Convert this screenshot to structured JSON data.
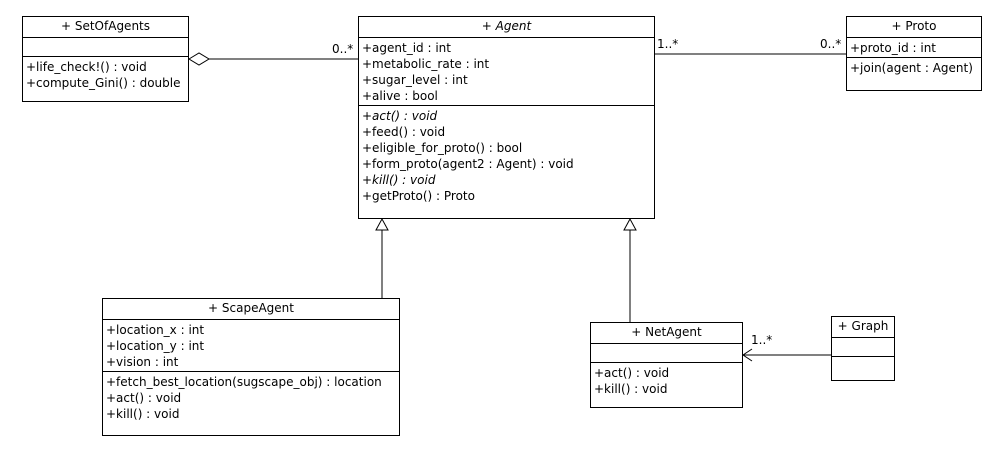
{
  "classes": {
    "set_of_agents": {
      "name": "+ SetOfAgents",
      "attributes": [],
      "operations": [
        "+life_check!() : void",
        "+compute_Gini() : double"
      ]
    },
    "agent": {
      "name": "+ Agent",
      "attributes": [
        "+agent_id : int",
        "+metabolic_rate : int",
        "+sugar_level : int",
        "+alive : bool"
      ],
      "operations": [
        "+act() : void",
        "+feed() : void",
        "+eligible_for_proto() : bool",
        "+form_proto(agent2 : Agent) : void",
        "+kill() : void",
        "+getProto() : Proto"
      ]
    },
    "proto": {
      "name": "+ Proto",
      "attributes": [
        "+proto_id : int"
      ],
      "operations": [
        "+join(agent : Agent)"
      ]
    },
    "scape_agent": {
      "name": "+ ScapeAgent",
      "attributes": [
        "+location_x : int",
        "+location_y : int",
        "+vision : int"
      ],
      "operations": [
        "+fetch_best_location(sugscape_obj) : location",
        "+act() : void",
        "+kill() : void"
      ]
    },
    "net_agent": {
      "name": "+ NetAgent",
      "attributes": [],
      "operations": [
        "+act() : void",
        "+kill() : void"
      ]
    },
    "graph": {
      "name": "+ Graph",
      "attributes": [],
      "operations": []
    }
  },
  "multiplicities": {
    "agent_aggregation": "0..*",
    "agent_proto_agent_end": "1..*",
    "agent_proto_proto_end": "0..*",
    "netagent_graph": "1..*"
  }
}
